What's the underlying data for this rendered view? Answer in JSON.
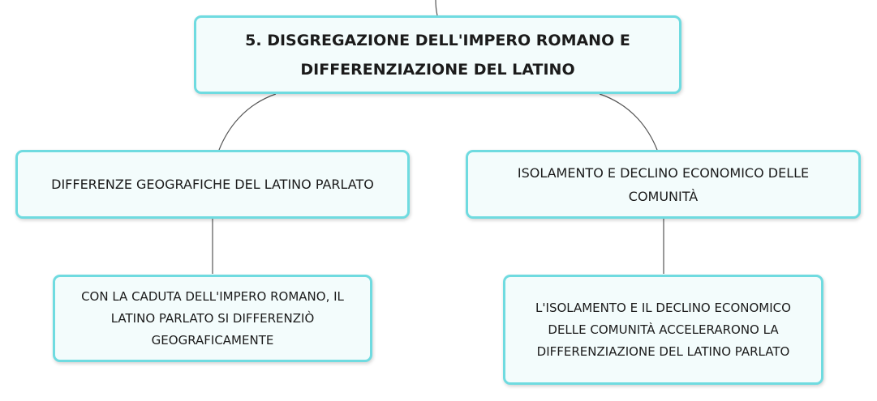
{
  "diagram": {
    "root": {
      "label": "5. DISGREGAZIONE DELL'IMPERO ROMANO E DIFFERENZIAZIONE DEL LATINO"
    },
    "branches": [
      {
        "label": "DIFFERENZE GEOGRAFICHE DEL LATINO PARLATO",
        "child": "CON LA CADUTA DELL'IMPERO ROMANO, IL LATINO PARLATO SI DIFFERENZIÒ GEOGRAFICAMENTE"
      },
      {
        "label": "ISOLAMENTO E DECLINO ECONOMICO DELLE COMUNITÀ",
        "child": "L'ISOLAMENTO E IL DECLINO ECONOMICO DELLE COMUNITÀ ACCELERARONO LA DIFFERENZIAZIONE DEL LATINO PARLATO"
      }
    ],
    "colors": {
      "node_border": "#6fdbe0",
      "node_fill": "#f3fcfc",
      "connector": "#555555"
    }
  }
}
